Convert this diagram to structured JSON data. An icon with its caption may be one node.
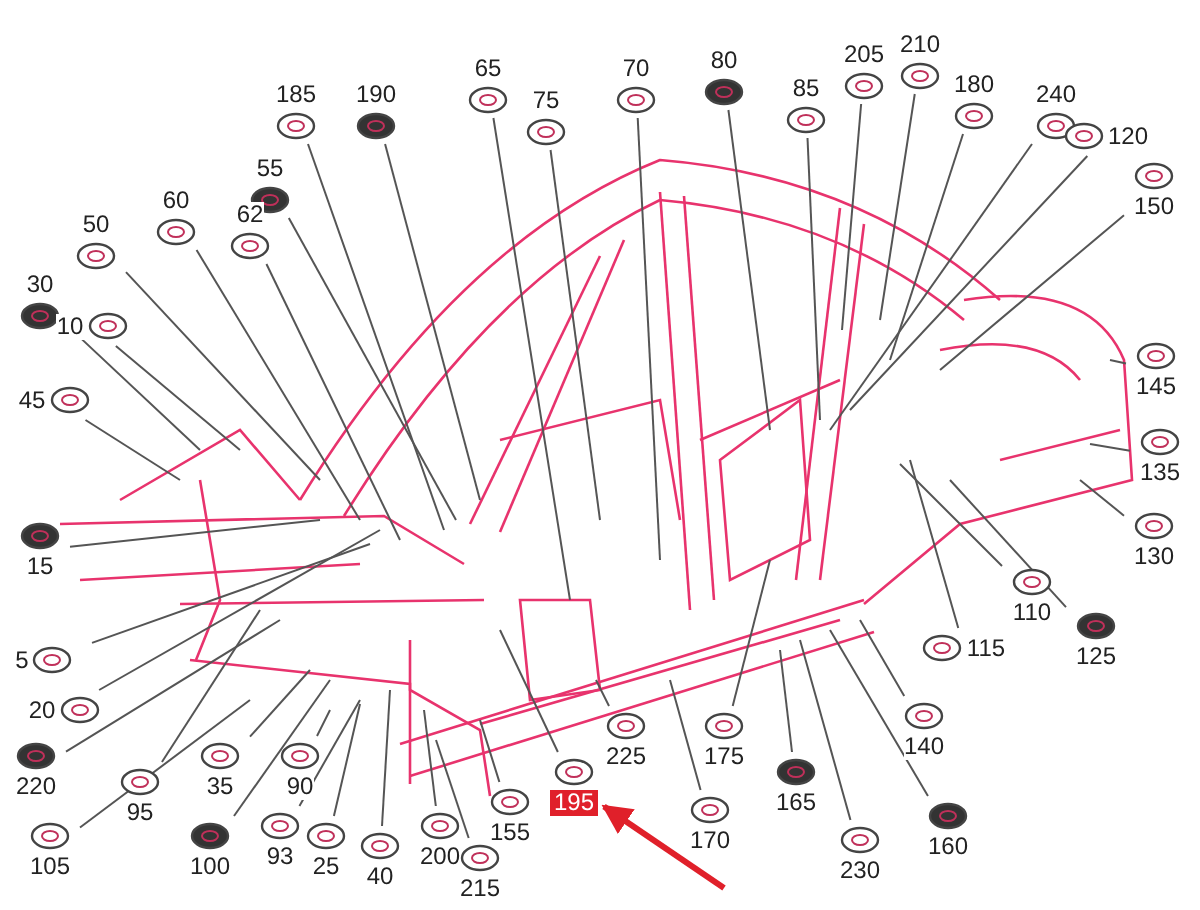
{
  "diagram": {
    "nodes": [
      {
        "text": [
          "205"
        ]
      },
      {
        "text": [
          "210"
        ]
      },
      {
        "text": [
          "80"
        ]
      },
      {
        "text": [
          "65"
        ]
      },
      {
        "text": [
          "70"
        ]
      },
      {
        "text": [
          "180"
        ]
      },
      {
        "text": [
          "185"
        ]
      },
      {
        "text": [
          "190"
        ]
      },
      {
        "text": [
          "75"
        ]
      },
      {
        "text": [
          "85"
        ]
      },
      {
        "text": [
          "240"
        ]
      },
      {
        "text": [
          "120"
        ]
      },
      {
        "text": [
          "55"
        ]
      },
      {
        "text": [
          "150"
        ]
      },
      {
        "text": [
          "60"
        ]
      },
      {
        "text": [
          "62"
        ]
      },
      {
        "text": [
          "50"
        ]
      },
      {
        "text": [
          "30"
        ]
      },
      {
        "text": [
          "10"
        ]
      },
      {
        "text": [
          "45"
        ]
      },
      {
        "text": [
          "145"
        ]
      },
      {
        "text": [
          "135"
        ]
      },
      {
        "text": [
          "15"
        ]
      },
      {
        "text": [
          "130"
        ]
      },
      {
        "text": [
          "5"
        ]
      },
      {
        "text": [
          "115"
        ]
      },
      {
        "text": [
          "110"
        ]
      },
      {
        "text": [
          "125"
        ]
      },
      {
        "text": [
          "20"
        ]
      },
      {
        "text": [
          "225"
        ]
      },
      {
        "text": [
          "175"
        ]
      },
      {
        "text": [
          "140"
        ]
      },
      {
        "text": [
          "220"
        ]
      },
      {
        "text": [
          "95"
        ]
      },
      {
        "text": [
          "35"
        ]
      },
      {
        "text": [
          "90"
        ]
      },
      {
        "text": [
          "195"
        ]
      },
      {
        "text": [
          "165"
        ]
      },
      {
        "text": [
          "170"
        ]
      },
      {
        "text": [
          "105"
        ]
      },
      {
        "text": [
          "93"
        ]
      },
      {
        "text": [
          "155"
        ]
      },
      {
        "text": [
          "100"
        ]
      },
      {
        "text": [
          "25"
        ]
      },
      {
        "text": [
          "40"
        ]
      },
      {
        "text": [
          "200"
        ]
      },
      {
        "text": [
          "230"
        ]
      },
      {
        "text": [
          "160"
        ]
      },
      {
        "text": [
          "215"
        ]
      }
    ],
    "edges": [
      {
        "from": 0,
        "to": null,
        "arrow": "none"
      },
      {
        "from": 1,
        "to": null,
        "arrow": "none"
      },
      {
        "from": 2,
        "to": null,
        "arrow": "none"
      },
      {
        "from": 3,
        "to": null,
        "arrow": "none"
      },
      {
        "from": 4,
        "to": null,
        "arrow": "none"
      },
      {
        "from": 5,
        "to": null,
        "arrow": "none"
      },
      {
        "from": 6,
        "to": null,
        "arrow": "none"
      },
      {
        "from": 7,
        "to": null,
        "arrow": "none"
      },
      {
        "from": 8,
        "to": null,
        "arrow": "none"
      },
      {
        "from": 9,
        "to": null,
        "arrow": "none"
      },
      {
        "from": 10,
        "to": null,
        "arrow": "none"
      },
      {
        "from": 11,
        "to": null,
        "arrow": "none"
      },
      {
        "from": 12,
        "to": null,
        "arrow": "none"
      },
      {
        "from": 13,
        "to": null,
        "arrow": "none"
      },
      {
        "from": 14,
        "to": null,
        "arrow": "none"
      },
      {
        "from": 15,
        "to": null,
        "arrow": "none"
      },
      {
        "from": 16,
        "to": null,
        "arrow": "none"
      },
      {
        "from": 17,
        "to": null,
        "arrow": "none"
      },
      {
        "from": 18,
        "to": null,
        "arrow": "none"
      },
      {
        "from": 19,
        "to": null,
        "arrow": "none"
      },
      {
        "from": 20,
        "to": null,
        "arrow": "none"
      },
      {
        "from": 21,
        "to": null,
        "arrow": "none"
      },
      {
        "from": 22,
        "to": null,
        "arrow": "none"
      },
      {
        "from": 23,
        "to": null,
        "arrow": "none"
      },
      {
        "from": 24,
        "to": null,
        "arrow": "none"
      },
      {
        "from": 25,
        "to": null,
        "arrow": "none"
      },
      {
        "from": 26,
        "to": null,
        "arrow": "none"
      },
      {
        "from": 27,
        "to": null,
        "arrow": "none"
      },
      {
        "from": 28,
        "to": null,
        "arrow": "none"
      },
      {
        "from": 29,
        "to": null,
        "arrow": "none"
      },
      {
        "from": 30,
        "to": null,
        "arrow": "none"
      },
      {
        "from": 31,
        "to": null,
        "arrow": "none"
      },
      {
        "from": 32,
        "to": null,
        "arrow": "none"
      },
      {
        "from": 33,
        "to": null,
        "arrow": "none"
      },
      {
        "from": 34,
        "to": null,
        "arrow": "none"
      },
      {
        "from": 35,
        "to": null,
        "arrow": "none"
      },
      {
        "from": 36,
        "to": null,
        "arrow": "none"
      },
      {
        "from": 37,
        "to": null,
        "arrow": "none"
      },
      {
        "from": 38,
        "to": null,
        "arrow": "none"
      },
      {
        "from": 39,
        "to": null,
        "arrow": "none"
      },
      {
        "from": 40,
        "to": null,
        "arrow": "none"
      },
      {
        "from": 41,
        "to": null,
        "arrow": "none"
      },
      {
        "from": 42,
        "to": null,
        "arrow": "none"
      },
      {
        "from": 43,
        "to": null,
        "arrow": "none"
      },
      {
        "from": 44,
        "to": null,
        "arrow": "none"
      },
      {
        "from": 45,
        "to": null,
        "arrow": "none"
      },
      {
        "from": 46,
        "to": null,
        "arrow": "none"
      },
      {
        "from": 47,
        "to": null,
        "arrow": "none"
      },
      {
        "from": 48,
        "to": null,
        "arrow": "none"
      },
      {
        "from": null,
        "to": 36,
        "arrow": "to",
        "style": "thick",
        "color": "#e0202a"
      }
    ]
  }
}
